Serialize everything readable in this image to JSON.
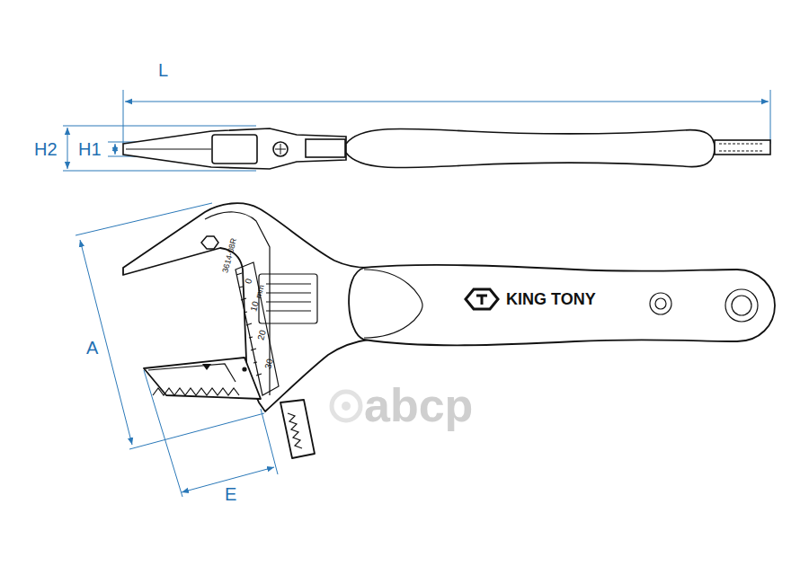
{
  "diagram": {
    "labels": [
      "L",
      "H2",
      "H1",
      "A",
      "E",
      "3614-08R",
      "0",
      "10",
      "20",
      "30",
      "mm",
      "KING TONY",
      "abcp"
    ]
  }
}
